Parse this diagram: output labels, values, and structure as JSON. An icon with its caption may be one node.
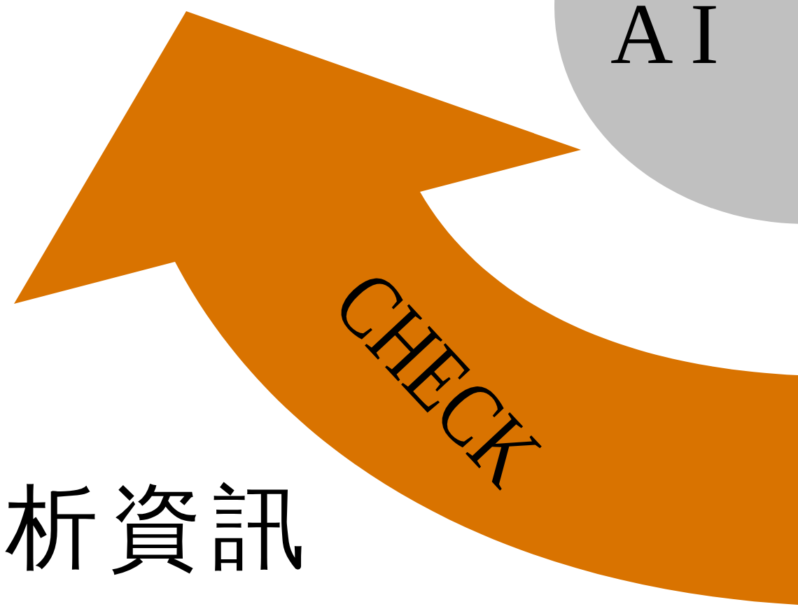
{
  "diagram": {
    "nodes": [
      {
        "text": [
          "A I"
        ]
      },
      {
        "text": [
          "CHECK"
        ]
      }
    ],
    "labels": [
      "析資訊"
    ]
  }
}
